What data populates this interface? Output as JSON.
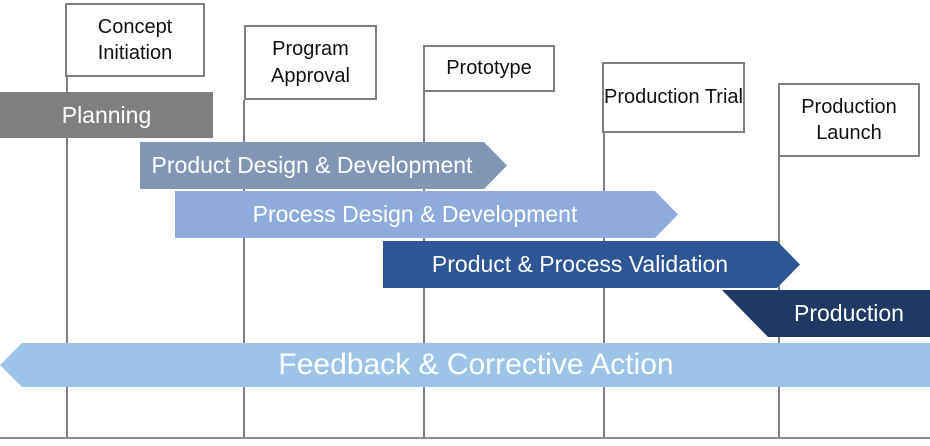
{
  "diagram": {
    "type": "process-timeline",
    "description": "APQP-style product development phase timing chart",
    "milestones": [
      {
        "label": "Concept Initiation"
      },
      {
        "label": "Program Approval"
      },
      {
        "label": "Prototype"
      },
      {
        "label": "Production Trial"
      },
      {
        "label": "Production Launch"
      }
    ],
    "bars": [
      {
        "label": "Planning",
        "color": "#7f7f7f",
        "shape": "rectangle"
      },
      {
        "label": "Product Design & Development",
        "color": "#8296b4",
        "shape": "arrow-right"
      },
      {
        "label": "Process Design & Development",
        "color": "#8faadc",
        "shape": "arrow-right"
      },
      {
        "label": "Product & Process Validation",
        "color": "#2f5597",
        "shape": "arrow-right"
      },
      {
        "label": "Production",
        "color": "#1f3864",
        "shape": "slanted-start"
      },
      {
        "label": "Feedback & Corrective Action",
        "color": "#9dc3e6",
        "shape": "arrow-left"
      }
    ],
    "palette": {
      "line_gray": "#808080",
      "baseline_gray": "#8c8c8c",
      "box_border": "#7f7f7f",
      "box_text": "#111111",
      "bar_text": "#ffffff",
      "background": "#ffffff"
    }
  }
}
